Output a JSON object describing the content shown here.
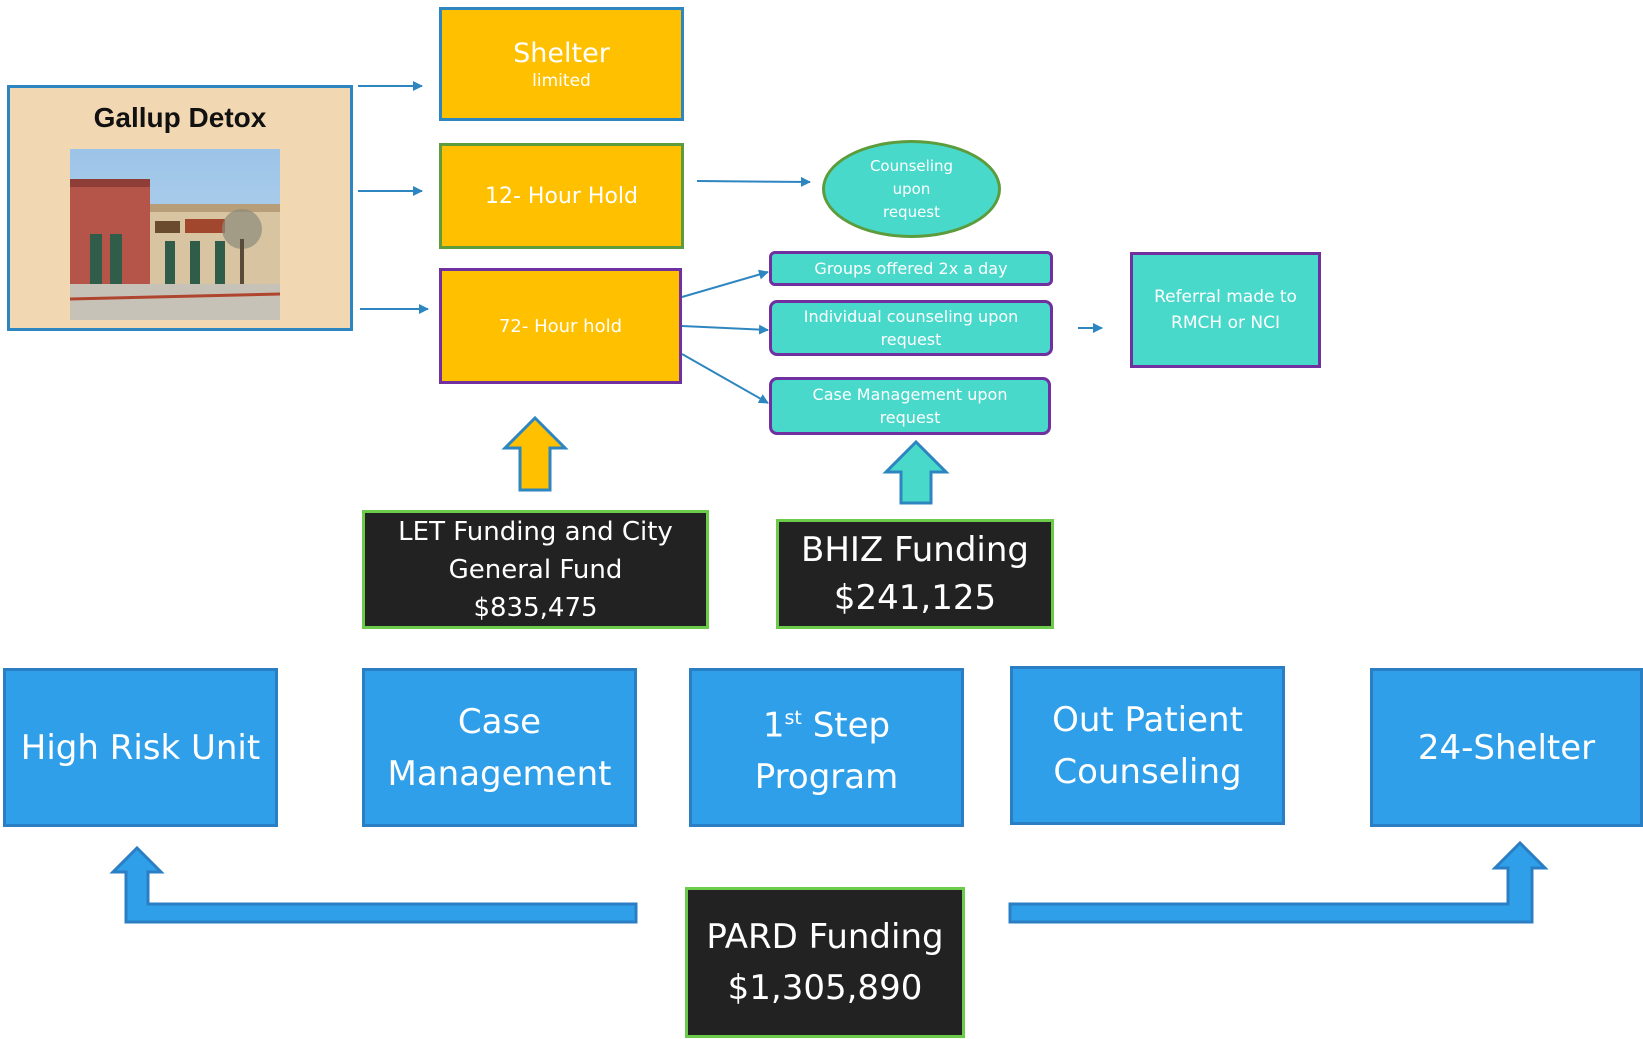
{
  "detox": {
    "title": "Gallup Detox",
    "photo_icon": "building-photo"
  },
  "flow": {
    "shelter": {
      "title": "Shelter",
      "subtitle": "limited"
    },
    "hold12": "12- Hour Hold",
    "hold72": "72- Hour hold",
    "counseling": [
      "Counseling",
      "upon",
      "request"
    ],
    "groups": "Groups offered 2x a day",
    "individual": [
      "Individual counseling upon",
      "request"
    ],
    "case_mgmt": [
      "Case Management upon",
      "request"
    ],
    "referral": [
      "Referral made to",
      "RMCH or NCI"
    ]
  },
  "funding": {
    "let": [
      "LET Funding and City",
      "General Fund",
      "$835,475"
    ],
    "bhiz": {
      "label": "BHIZ Funding",
      "amount": "$241,125"
    },
    "pard": {
      "label": "PARD Funding",
      "amount": "$1,305,890"
    }
  },
  "programs": {
    "high_risk": "High Risk Unit",
    "case_mgmt": [
      "Case",
      "Management"
    ],
    "first_step": {
      "num": "1",
      "sup": "st",
      "rest": "Step",
      "line2": "Program"
    },
    "outpatient": [
      "Out Patient",
      "Counseling"
    ],
    "shelter24": "24-Shelter"
  },
  "colors": {
    "orange": "#FFC000",
    "teal": "#48D9CB",
    "blue": "#2F9FEA",
    "dark": "#222222",
    "purple": "#7030A0",
    "green": "#6CCB4A"
  }
}
